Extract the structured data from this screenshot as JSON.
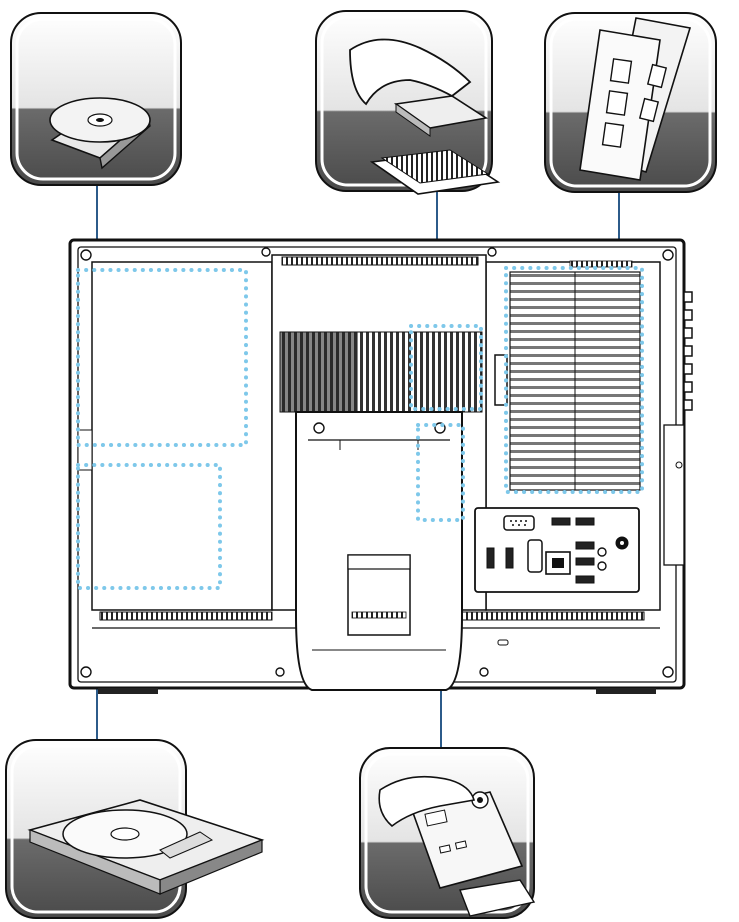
{
  "diagram": {
    "callouts": [
      {
        "id": "optical-drive",
        "icon": "optical-drive-icon"
      },
      {
        "id": "cpu",
        "icon": "cpu-socket-icon"
      },
      {
        "id": "memory",
        "icon": "memory-module-icon"
      },
      {
        "id": "hard-drive",
        "icon": "hard-drive-icon"
      },
      {
        "id": "wireless-card",
        "icon": "mini-pcie-card-icon"
      }
    ],
    "colors": {
      "outline": "#222222",
      "dotted_marker": "#7ec8ea",
      "callout_bg_light": "#f2f2f2",
      "callout_bg_dark": "#5a5a5a",
      "vent": "#333333"
    }
  }
}
